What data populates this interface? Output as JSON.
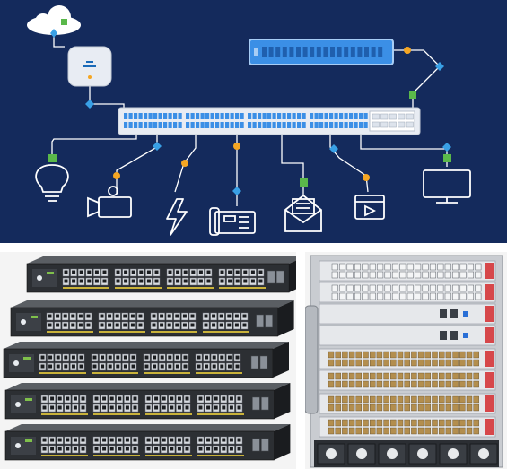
{
  "figure": {
    "panels": [
      "network-diagram",
      "stacked-switch-photo",
      "chassis-switch-photo"
    ]
  },
  "icons": {
    "cloud": "cloud-icon",
    "access_point": "wireless-access-point-icon",
    "server": "rack-server-icon",
    "switch": "network-switch-icon",
    "bulb": "light-bulb-icon",
    "camera": "video-camera-icon",
    "power": "lightning-bolt-icon",
    "phone": "desk-phone-icon",
    "mail": "envelope-icon",
    "video": "video-player-icon",
    "monitor": "monitor-icon"
  },
  "colors": {
    "background": "#142a5c",
    "line": "#ffffff",
    "device_fill": "#e8ecf3",
    "port_blue": "#3b8fe6",
    "diamond_blue": "#39a0e6",
    "dot_orange": "#f5a623",
    "square_green": "#5ab84a"
  }
}
